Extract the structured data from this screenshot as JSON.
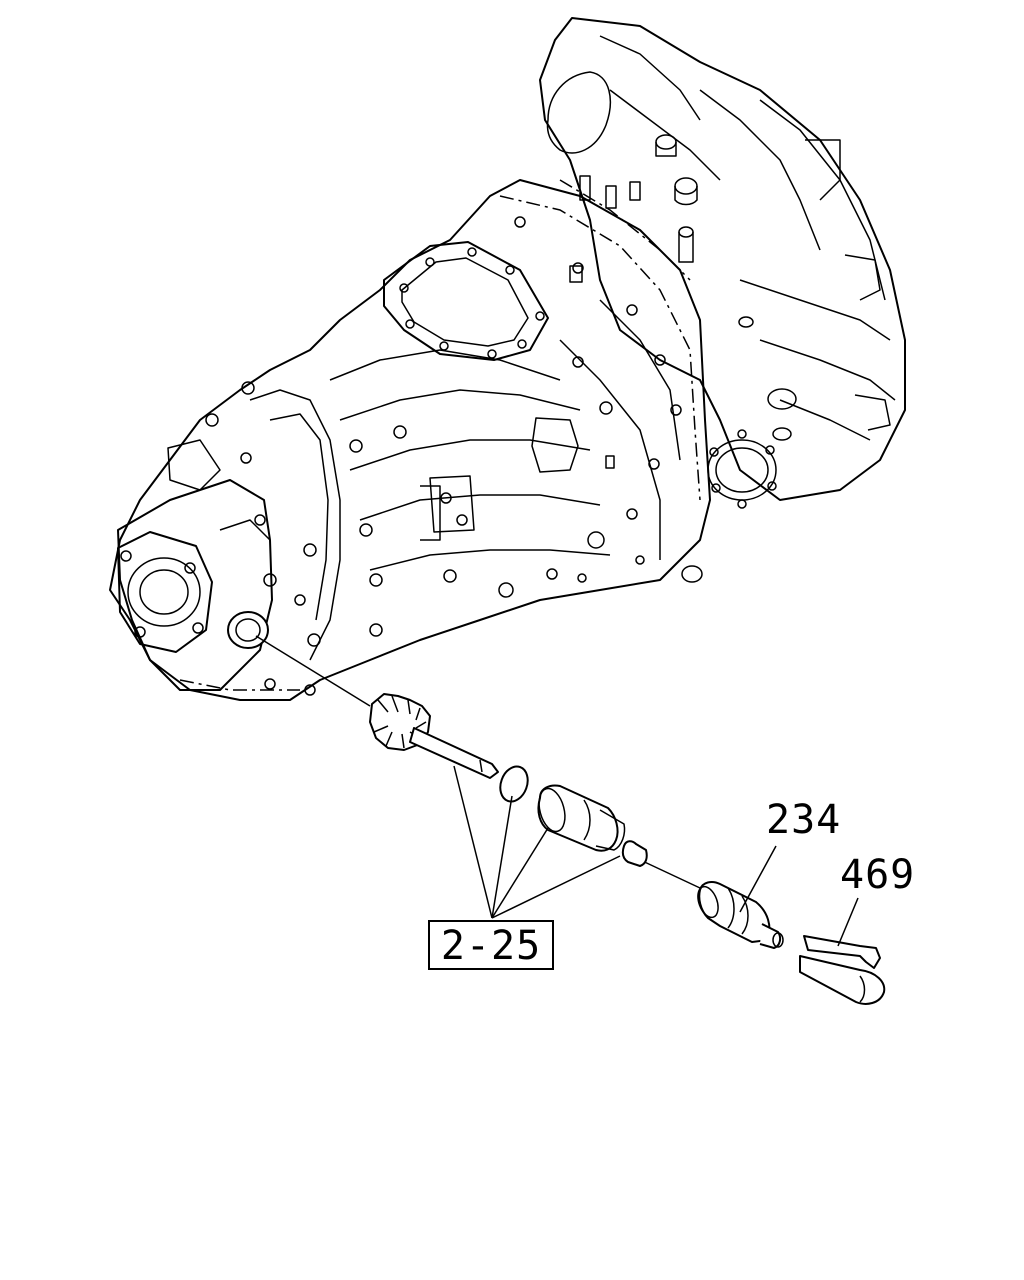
{
  "callouts": {
    "part_234": "234",
    "part_469": "469",
    "assembly_2_25": "2-25"
  }
}
